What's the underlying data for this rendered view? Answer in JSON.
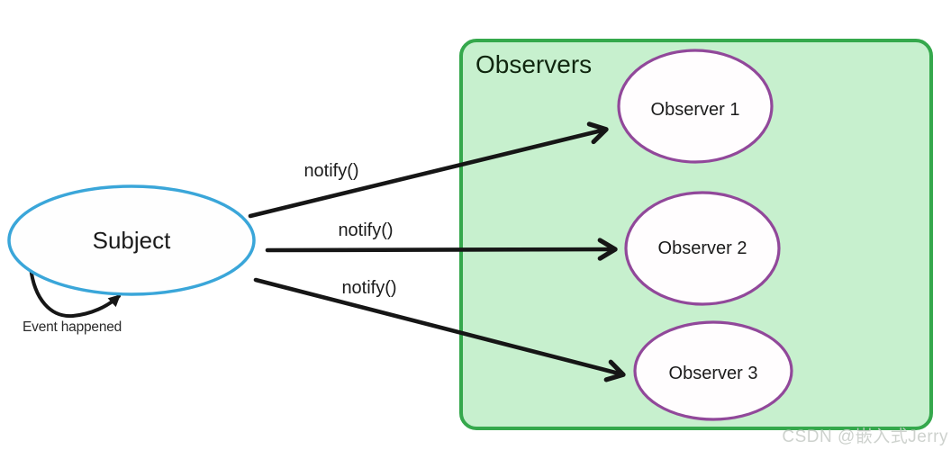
{
  "diagram": {
    "subject": {
      "label": "Subject"
    },
    "event_label": "Event happened",
    "observers_box": {
      "title": "Observers"
    },
    "observers": [
      {
        "label": "Observer 1"
      },
      {
        "label": "Observer 2"
      },
      {
        "label": "Observer 3"
      }
    ],
    "notify_labels": [
      "notify()",
      "notify()",
      "notify()"
    ],
    "watermark": "CSDN @嵌入式Jerry",
    "colors": {
      "subject_border": "#3aa6d9",
      "subject_fill": "#fefefe",
      "observer_border": "#91489a",
      "observer_fill": "#fffdfe",
      "box_fill": "#c7f0ce",
      "box_border": "#35a84c",
      "arrow": "#161616"
    }
  }
}
